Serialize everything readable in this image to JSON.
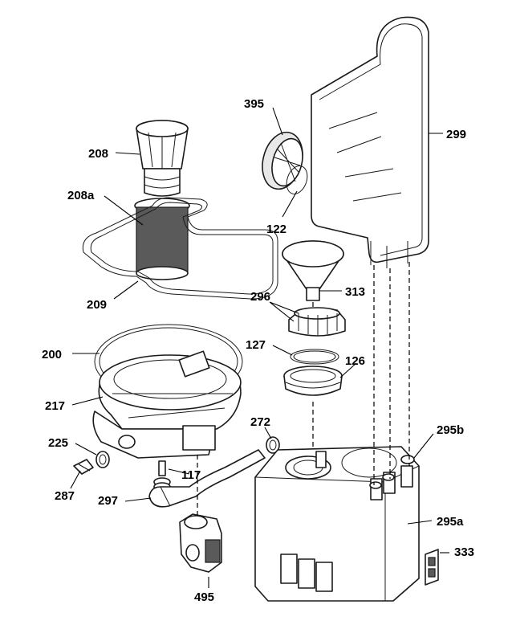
{
  "labels": {
    "p395": "395",
    "p299": "299",
    "p208": "208",
    "p208a": "208a",
    "p122": "122",
    "p313": "313",
    "p209": "209",
    "p296": "296",
    "p127": "127",
    "p126": "126",
    "p200": "200",
    "p217": "217",
    "p272": "272",
    "p295b": "295b",
    "p225": "225",
    "p117": "117",
    "p287": "287",
    "p297": "297",
    "p295a": "295a",
    "p333": "333",
    "p495": "495"
  }
}
